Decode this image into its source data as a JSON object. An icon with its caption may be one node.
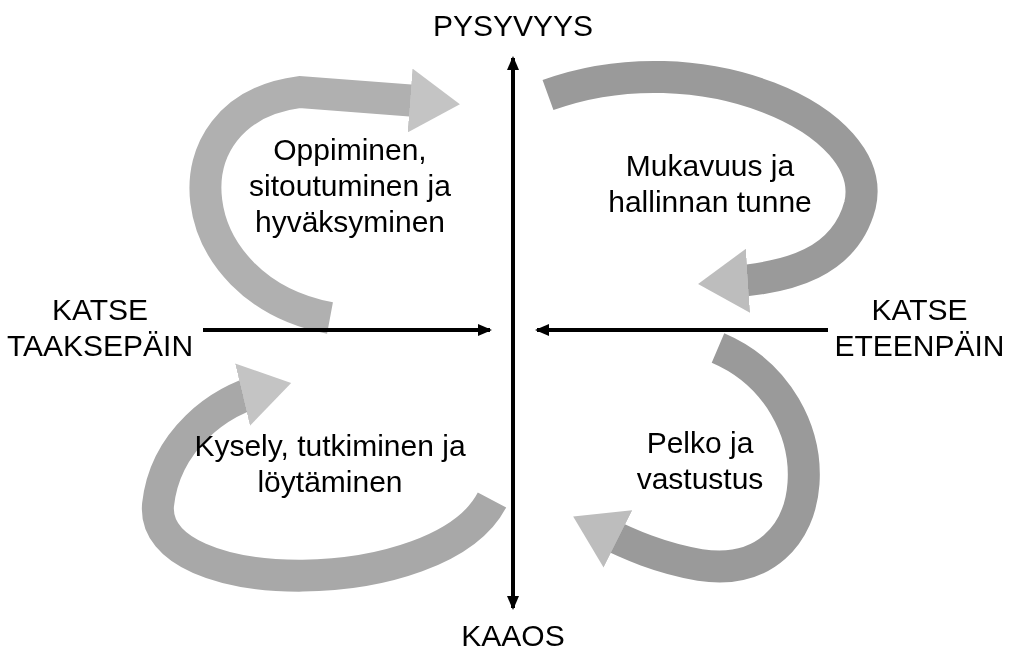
{
  "diagram": {
    "labels": [
      "PYSYVYYS",
      "Oppiminen, sitoutuminen ja hyväksyminen",
      "Mukavuus ja hallinnan tunne",
      "KATSE TAAKSEPÄIN",
      "KATSE ETEENPÄIN",
      "Kysely, tutkiminen ja löytäminen",
      "Pelko ja vastustus",
      "KAAOS"
    ]
  }
}
